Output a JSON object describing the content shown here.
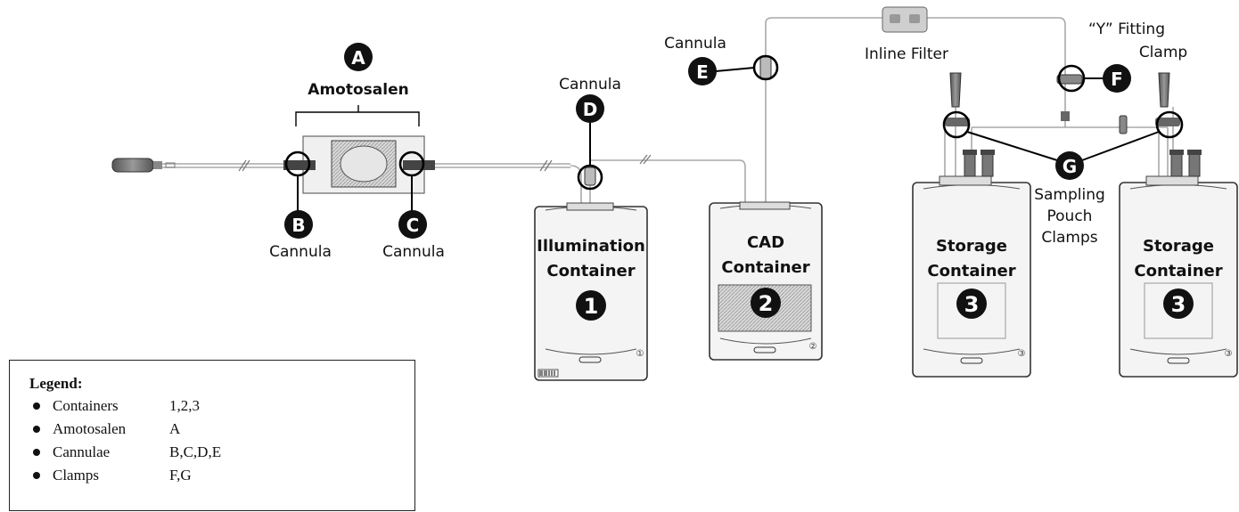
{
  "labels": {
    "amotosalen": "Amotosalen",
    "cannula_b": "Cannula",
    "cannula_c": "Cannula",
    "cannula_d": "Cannula",
    "cannula_e": "Cannula",
    "inline_filter": "Inline Filter",
    "y_fitting_1": "“Y” Fitting",
    "y_fitting_2": "Clamp",
    "sampling_1": "Sampling",
    "sampling_2": "Pouch",
    "sampling_3": "Clamps"
  },
  "badges": {
    "a": "A",
    "b": "B",
    "c": "C",
    "d": "D",
    "e": "E",
    "f": "F",
    "g": "G"
  },
  "containers": [
    {
      "line1": "Illumination",
      "line2": "Container",
      "number": "1",
      "corner": "①"
    },
    {
      "line1": "CAD",
      "line2": "Container",
      "number": "2",
      "corner": "②"
    },
    {
      "line1": "Storage",
      "line2": "Container",
      "number": "3",
      "corner": "③"
    },
    {
      "line1": "Storage",
      "line2": "Container",
      "number": "3",
      "corner": "③"
    }
  ],
  "legend": {
    "title": "Legend:",
    "items": [
      {
        "name": "Containers",
        "value": "1,2,3"
      },
      {
        "name": "Amotosalen",
        "value": "A"
      },
      {
        "name": "Cannulae",
        "value": "B,C,D,E"
      },
      {
        "name": "Clamps",
        "value": "F,G"
      }
    ]
  },
  "colors": {
    "badge": "#111111",
    "tubing": "#9a9a9a",
    "bag_fill": "#f4f4f4",
    "grip": "#6e6e6e"
  }
}
